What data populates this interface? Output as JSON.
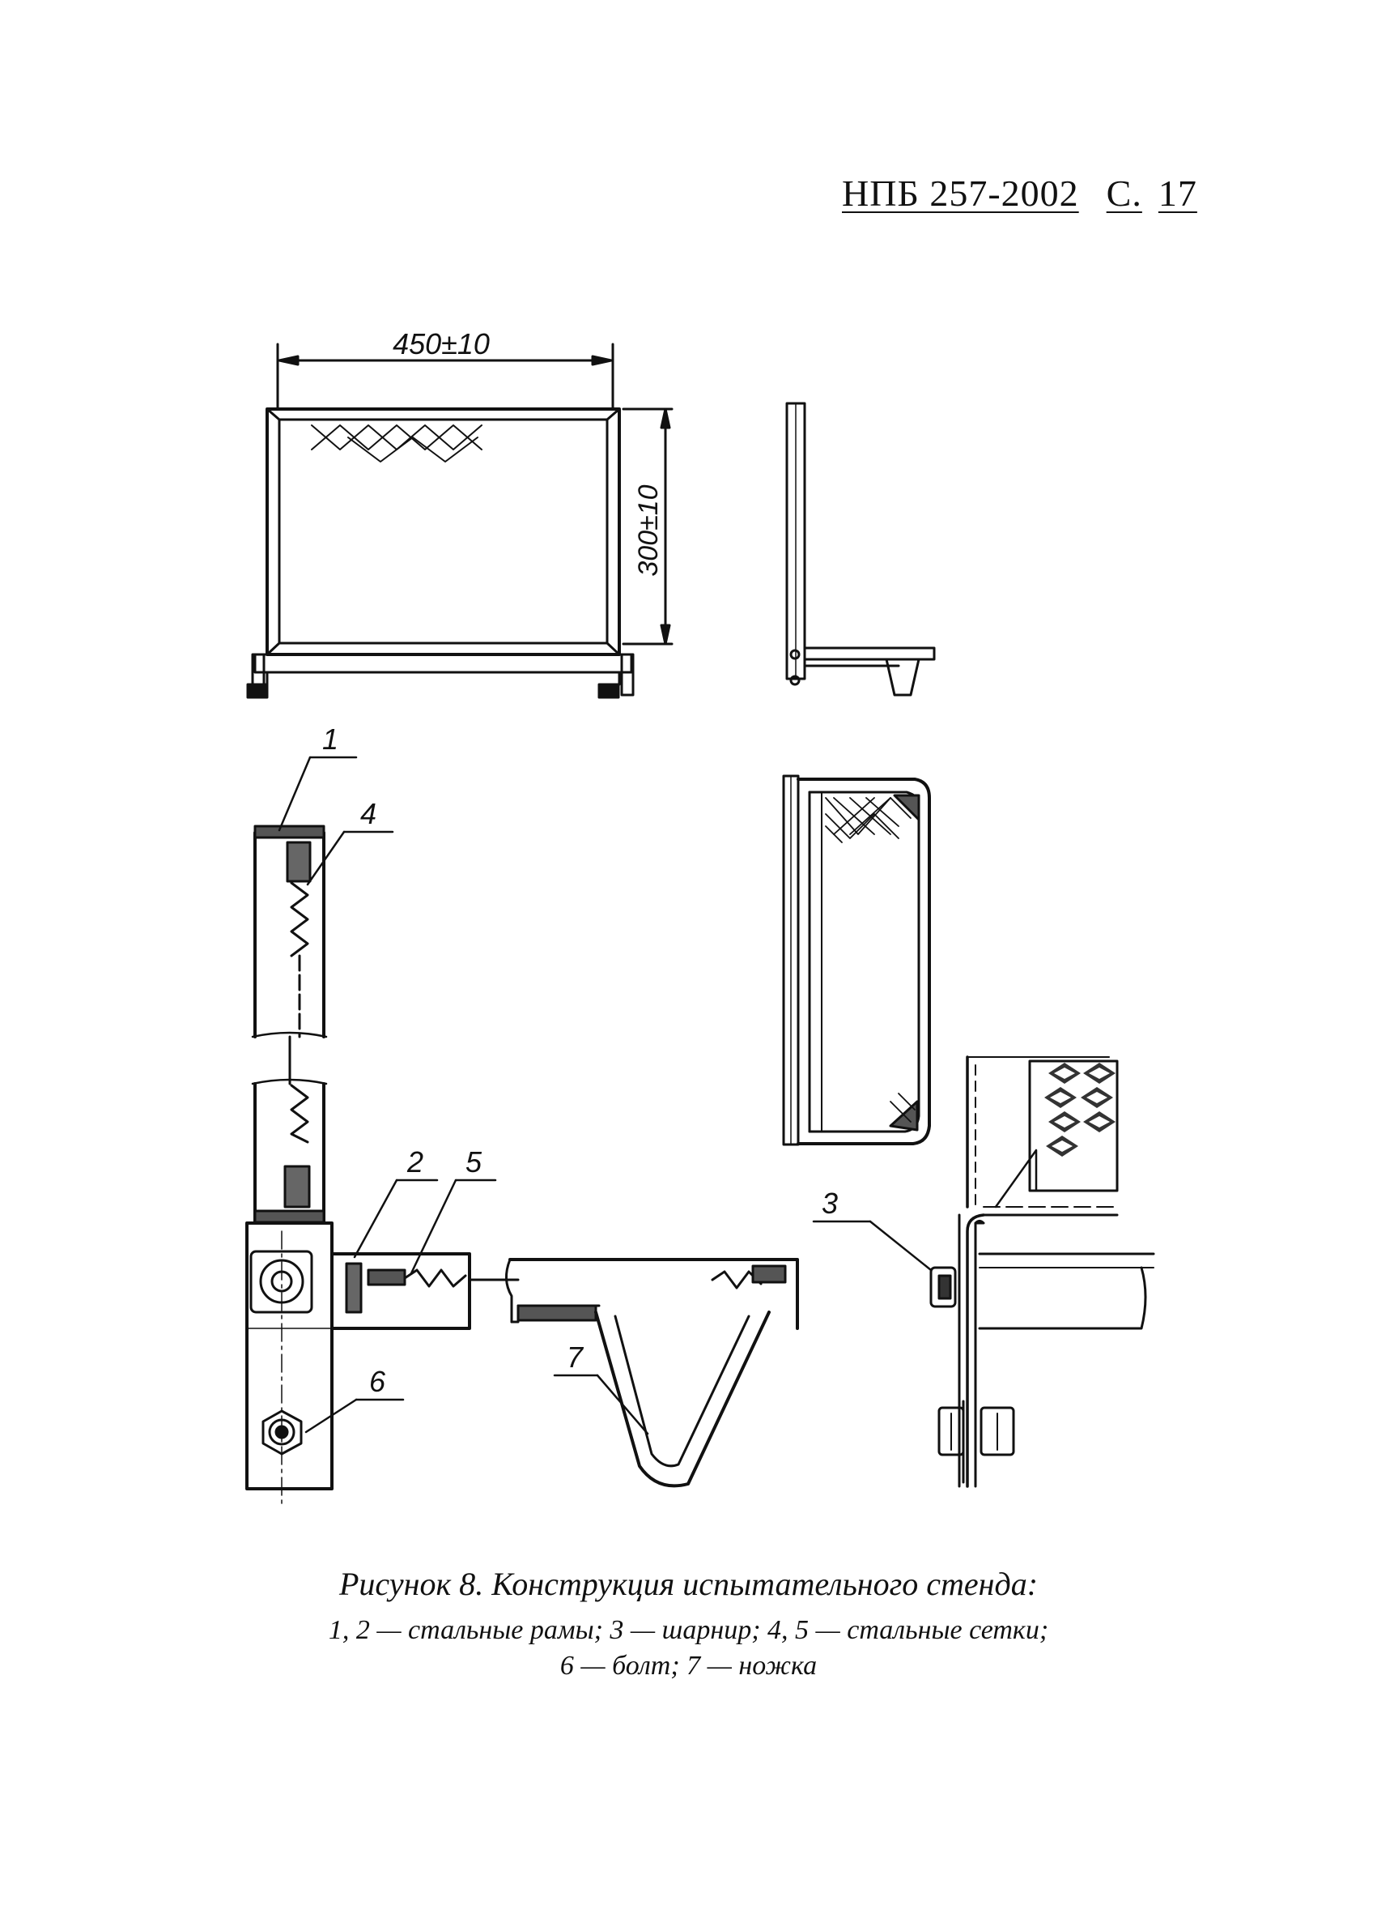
{
  "header": {
    "doc_id": "НПБ 257-2002",
    "page_prefix": "С.",
    "page_number": "17"
  },
  "dimensions": {
    "width": "450±10",
    "height": "300±10"
  },
  "callouts": {
    "c1": "1",
    "c2": "2",
    "c3": "3",
    "c4": "4",
    "c5": "5",
    "c6": "6",
    "c7": "7"
  },
  "caption": {
    "title": "Рисунок 8. Конструкция испытательного стенда:",
    "line1": "1, 2 — стальные рамы; 3 — шарнир; 4, 5 — стальные сетки;",
    "line2": "6 — болт; 7 — ножка"
  }
}
